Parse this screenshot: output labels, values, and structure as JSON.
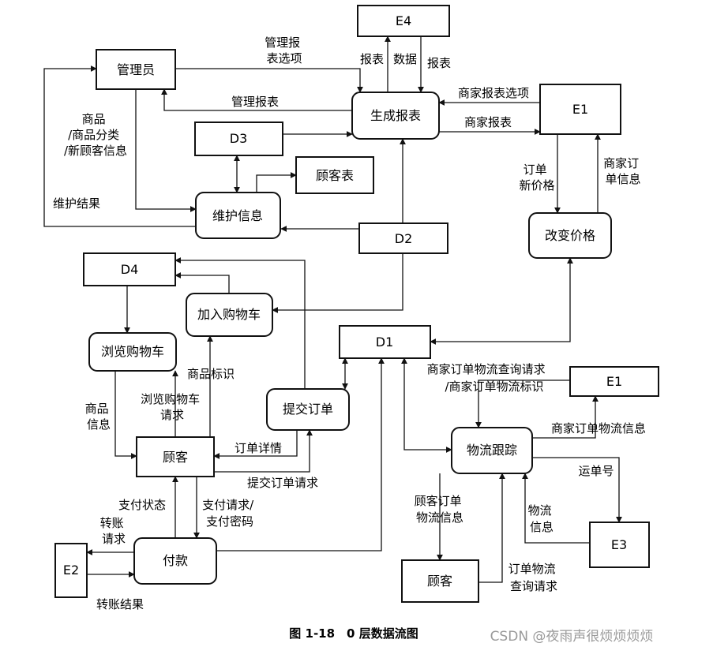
{
  "nodes": {
    "admin": "管理员",
    "e4": "E4",
    "gen_report": "生成报表",
    "e1_top": "E1",
    "d3": "D3",
    "customer_table": "顾客表",
    "maintain": "维护信息",
    "d2": "D2",
    "change_price": "改变价格",
    "d4": "D4",
    "add_cart": "加入购物车",
    "browse_cart": "浏览购物车",
    "d1": "D1",
    "submit_order": "提交订单",
    "e1_mid": "E1",
    "customer_mid": "顾客",
    "logistics": "物流跟踪",
    "e3": "E3",
    "e2": "E2",
    "payment": "付款",
    "customer_bottom": "顾客"
  },
  "labels": {
    "admin_report_options": [
      "管理报",
      "表选项"
    ],
    "e4_report": "报表",
    "e4_data": "数据",
    "e4_report2": "报表",
    "merchant_report_options": "商家报表选项",
    "admin_report": "管理报表",
    "merchant_report": "商家报表",
    "goods_info": [
      "商品",
      "/商品分类",
      "/新顾客信息"
    ],
    "order_new_price": [
      "订单",
      "新价格"
    ],
    "merchant_order_info": [
      "商家订",
      "单信息"
    ],
    "maintain_result": "维护结果",
    "logistics_query": [
      "商家订单物流查询请求",
      "/商家订单物流标识"
    ],
    "goods_id": "商品标识",
    "goods_info2": [
      "商品",
      "信息"
    ],
    "browse_request": [
      "浏览购物车",
      "请求"
    ],
    "merchant_logistics_info": "商家订单物流信息",
    "order_detail": "订单详情",
    "submit_request": "提交订单请求",
    "waybill": "运单号",
    "pay_status": "支付状态",
    "pay_request": [
      "支付请求/",
      "支付密码"
    ],
    "transfer_request": [
      "转账",
      "请求"
    ],
    "customer_logistics": [
      "顾客订单",
      "物流信息"
    ],
    "logistics_info": [
      "物流",
      "信息"
    ],
    "order_logistics_query": [
      "订单物流",
      "查询请求"
    ],
    "transfer_result": "转账结果"
  },
  "caption": "图 1-18　0 层数据流图",
  "watermark": "CSDN @夜雨声很烦烦烦烦"
}
